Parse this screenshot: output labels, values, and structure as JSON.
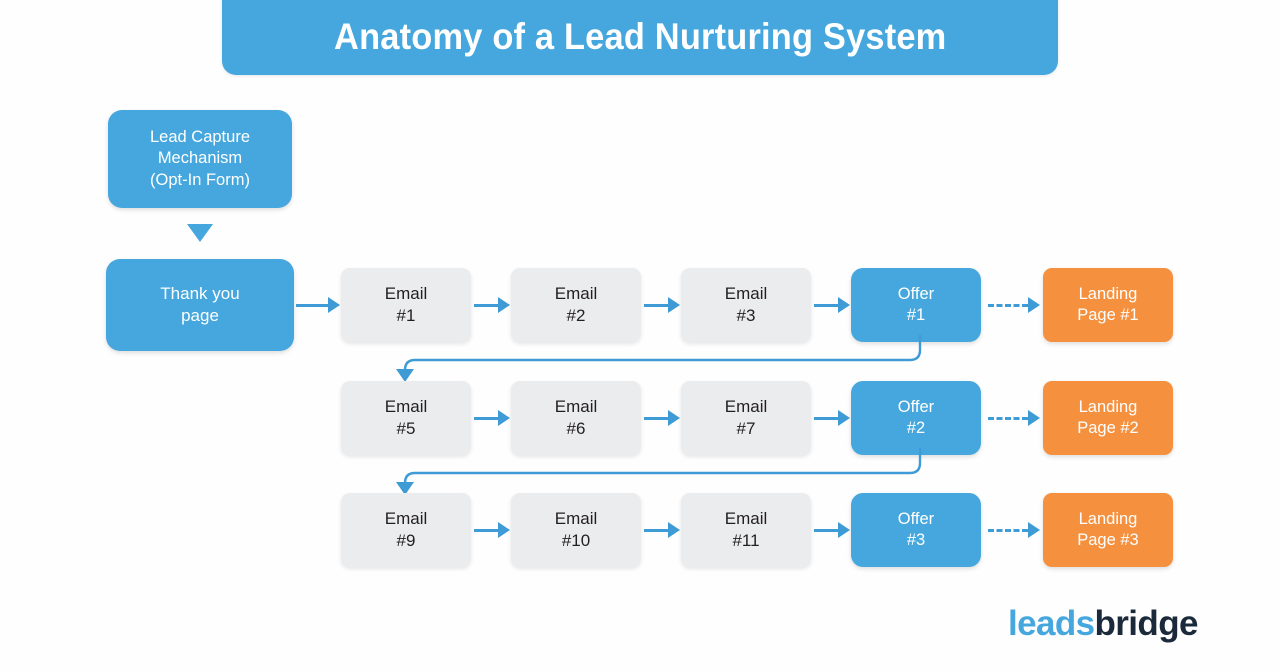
{
  "header": {
    "title": "Anatomy of a Lead Nurturing System",
    "banner_color": "#45A7DD"
  },
  "colors": {
    "blue": "#45A7DD",
    "orange": "#F5913E",
    "grey": "#EBECEE",
    "arrow": "#3E9BD5",
    "text_dark": "#231F20",
    "background": "#FFFFFF"
  },
  "flow": {
    "entry": {
      "lead_capture": {
        "line1": "Lead Capture",
        "line2": "Mechanism",
        "line3": "(Opt-In Form)"
      },
      "thank_you": {
        "line1": "Thank you",
        "line2": "page"
      }
    },
    "rows": [
      {
        "emails": [
          {
            "line1": "Email",
            "line2": "#1"
          },
          {
            "line1": "Email",
            "line2": "#2"
          },
          {
            "line1": "Email",
            "line2": "#3"
          }
        ],
        "offer": {
          "line1": "Offer",
          "line2": "#1"
        },
        "landing": {
          "line1": "Landing",
          "line2": "Page #1"
        }
      },
      {
        "emails": [
          {
            "line1": "Email",
            "line2": "#5"
          },
          {
            "line1": "Email",
            "line2": "#6"
          },
          {
            "line1": "Email",
            "line2": "#7"
          }
        ],
        "offer": {
          "line1": "Offer",
          "line2": "#2"
        },
        "landing": {
          "line1": "Landing",
          "line2": "Page #2"
        }
      },
      {
        "emails": [
          {
            "line1": "Email",
            "line2": "#9"
          },
          {
            "line1": "Email",
            "line2": "#10"
          },
          {
            "line1": "Email",
            "line2": "#11"
          }
        ],
        "offer": {
          "line1": "Offer",
          "line2": "#3"
        },
        "landing": {
          "line1": "Landing",
          "line2": "Page #3"
        }
      }
    ]
  },
  "logo": {
    "part1": "leads",
    "part2": "bridge"
  }
}
